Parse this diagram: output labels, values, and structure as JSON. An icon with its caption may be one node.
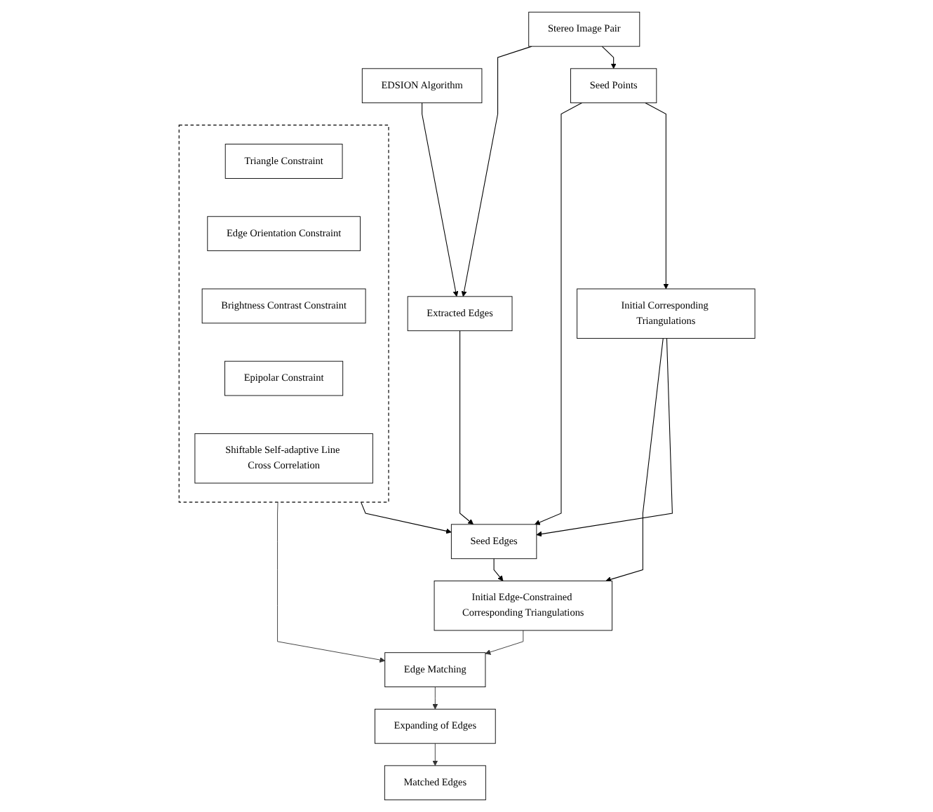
{
  "diagram": {
    "nodes": [
      {
        "text": [
          "Stereo Image Pair"
        ]
      },
      {
        "text": [
          "EDSION Algorithm"
        ]
      },
      {
        "text": [
          "Seed Points"
        ]
      },
      {
        "text": [
          "Extracted Edges"
        ]
      },
      {
        "text": [
          "Initial Corresponding Triangulations"
        ]
      },
      {
        "text": [
          "Seed Edges"
        ]
      },
      {
        "text": [],
        "shape": "box"
      },
      {
        "text": [
          "Triangle Constraint"
        ],
        "in": 6
      },
      {
        "text": [
          "Edge Orientation Constraint"
        ],
        "in": 6
      },
      {
        "text": [
          "Brightness Contrast Constraint"
        ],
        "in": 6
      },
      {
        "text": [
          "Epipolar Constraint"
        ],
        "in": 6
      },
      {
        "text": [
          "Shiftable Self-adaptive Line Cross Correlation"
        ],
        "in": 6
      },
      {
        "text": [
          "Initial Edge-Constrained Corresponding Triangulations"
        ]
      },
      {
        "text": [
          "Edge Matching"
        ]
      },
      {
        "text": [
          "Expanding of Edges"
        ]
      },
      {
        "text": [
          "Matched Edges"
        ]
      }
    ],
    "edges": [
      {
        "from": 0,
        "to": 2,
        "arrow": "to"
      },
      {
        "from": 0,
        "to": 3,
        "arrow": "to"
      },
      {
        "from": 1,
        "to": 3,
        "arrow": "to"
      },
      {
        "from": 2,
        "to": 4,
        "arrow": "to"
      },
      {
        "from": 2,
        "to": 5,
        "arrow": "to"
      },
      {
        "from": 3,
        "to": 5,
        "arrow": "to"
      },
      {
        "from": 4,
        "to": 5,
        "arrow": "to"
      },
      {
        "from": 6,
        "to": 5,
        "arrow": "to"
      },
      {
        "from": 4,
        "to": 12,
        "arrow": "to"
      },
      {
        "from": 5,
        "to": 12,
        "arrow": "to"
      },
      {
        "from": 12,
        "to": 13,
        "arrow": "to"
      },
      {
        "from": 6,
        "to": 13,
        "arrow": "to"
      },
      {
        "from": 13,
        "to": 14,
        "arrow": "to"
      },
      {
        "from": 14,
        "to": 15,
        "arrow": "to"
      }
    ]
  }
}
